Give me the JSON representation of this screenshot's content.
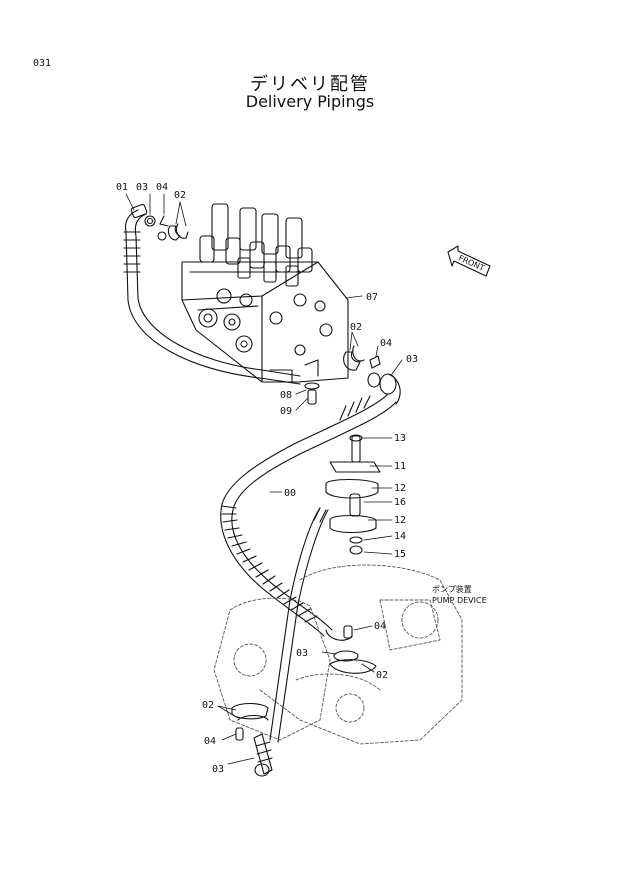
{
  "page_number": "031",
  "title_jp": "デリベリ配管",
  "title_en": "Delivery Pipings",
  "front_label": "FRONT",
  "pump_label_jp": "ポンプ装置",
  "pump_label_en": "PUMP DEVICE",
  "callouts": {
    "c01": "01",
    "c03a": "03",
    "c04a": "04",
    "c02a": "02",
    "c07": "07",
    "c02b": "02",
    "c04b": "04",
    "c03b": "03",
    "c08": "08",
    "c09": "09",
    "c13": "13",
    "c11": "11",
    "c12a": "12",
    "c16": "16",
    "c12b": "12",
    "c14": "14",
    "c15": "15",
    "c00": "00",
    "c04c": "04",
    "c03c": "03",
    "c02c": "02",
    "c02d": "02",
    "c04d": "04",
    "c03d": "03"
  }
}
